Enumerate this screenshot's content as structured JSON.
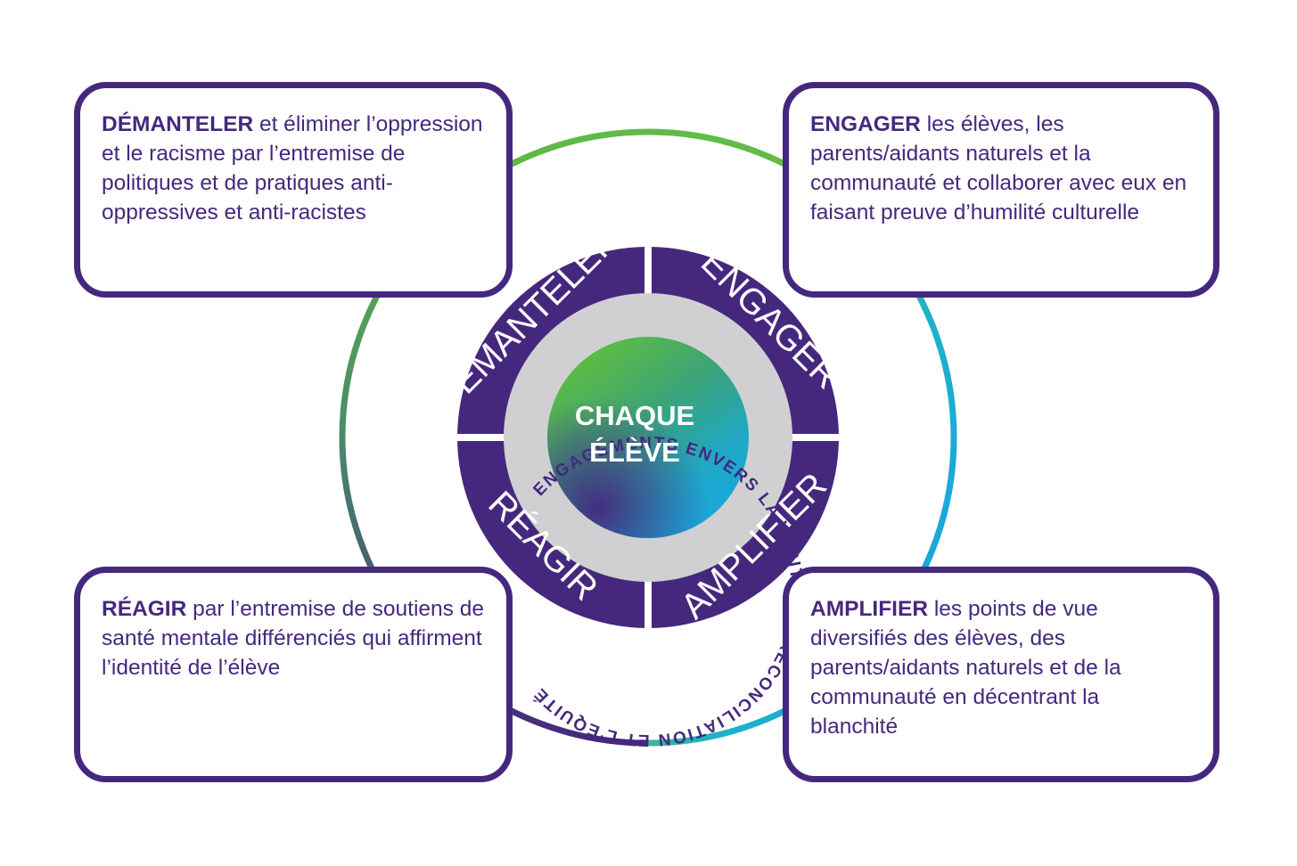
{
  "center": {
    "line1": "CHAQUE",
    "line2": "ÉLÈVE"
  },
  "ring_text": "ENGAGEMENTS ENVERS LA VÉRITÉ, LA RÉCONCILIATION ET L'ÉQUITÉ",
  "segments": {
    "top_left": "DÉMANTELER",
    "top_right": "ENGAGER",
    "bottom_right": "AMPLIFIER",
    "bottom_left": "RÉAGIR"
  },
  "boxes": {
    "top_left": {
      "keyword": "DÉMANTELER",
      "text": " et éliminer l’oppression et le racisme par l’entremise de politiques et de pratiques anti-oppressives et anti-racistes"
    },
    "top_right": {
      "keyword": "ENGAGER",
      "text": " les élèves, les parents/aidants naturels et la communauté et collaborer avec eux en faisant preuve d’humilité culturelle"
    },
    "bottom_left": {
      "keyword": "RÉAGIR",
      "text": " par l’entremise de soutiens de santé mentale différenciés qui affirment l’identité de l’élève"
    },
    "bottom_right": {
      "keyword": "AMPLIFIER",
      "text": " les points de vue diversifiés des élèves, des parents/aidants naturels et de la communauté en décentrant la blanchité"
    }
  },
  "colors": {
    "purple": "#45287e",
    "green": "#66bb4a",
    "teal": "#18b5c9",
    "blue": "#1aa6e0",
    "gray_ring": "#d0d0d2"
  }
}
